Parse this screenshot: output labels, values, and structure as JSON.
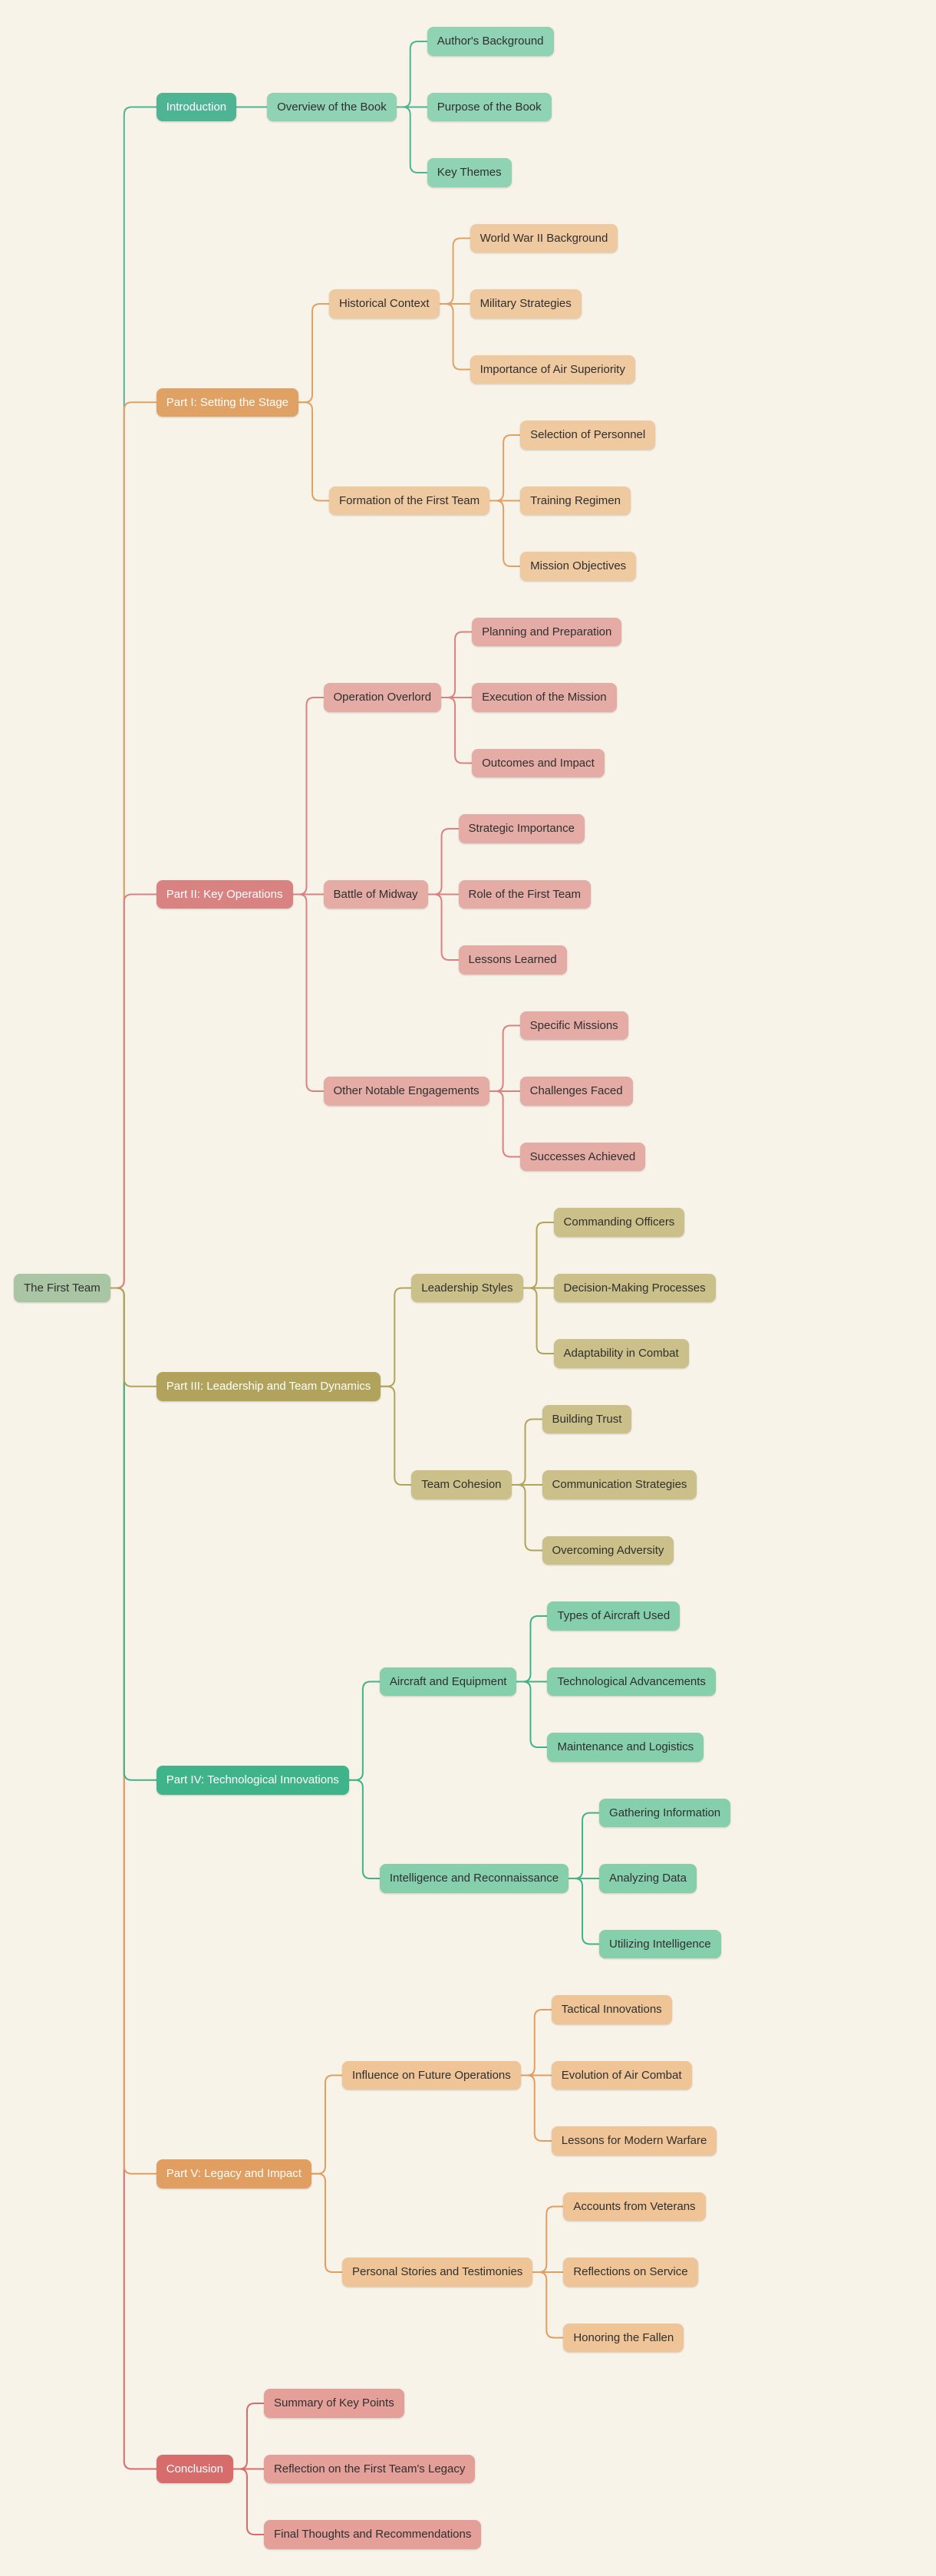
{
  "canvas": {
    "background": "#F8F3E8"
  },
  "palette": {
    "root": {
      "bg": "#A9C5A3",
      "text": "#2F2F2F"
    },
    "level1_text": "#FFFFFF",
    "child_text": "#2F2F2F",
    "branches": [
      {
        "name": "introduction",
        "main": "#4FB493",
        "light": "#8FD2B4"
      },
      {
        "name": "part-1-setting-the-stage",
        "main": "#E0A165",
        "light": "#EFC9A0"
      },
      {
        "name": "part-2-key-operations",
        "main": "#D98282",
        "light": "#E5ABA5"
      },
      {
        "name": "part-3-leadership-and-team-dynamics",
        "main": "#B2A35C",
        "light": "#CBC089"
      },
      {
        "name": "part-4-technological-innovations",
        "main": "#3FB389",
        "light": "#85CFAC"
      },
      {
        "name": "part-5-legacy-and-impact",
        "main": "#E09E60",
        "light": "#EFC597"
      },
      {
        "name": "conclusion",
        "main": "#D76C6C",
        "light": "#E59F99"
      }
    ]
  },
  "tree": {
    "label": "The First Team",
    "children": [
      {
        "label": "Introduction",
        "children": [
          {
            "label": "Overview of the Book",
            "children": [
              {
                "label": "Author's Background"
              },
              {
                "label": "Purpose of the Book"
              },
              {
                "label": "Key Themes"
              }
            ]
          }
        ]
      },
      {
        "label": "Part I: Setting the Stage",
        "children": [
          {
            "label": "Historical Context",
            "children": [
              {
                "label": "World War II Background"
              },
              {
                "label": "Military Strategies"
              },
              {
                "label": "Importance of Air Superiority"
              }
            ]
          },
          {
            "label": "Formation of the First Team",
            "children": [
              {
                "label": "Selection of Personnel"
              },
              {
                "label": "Training Regimen"
              },
              {
                "label": "Mission Objectives"
              }
            ]
          }
        ]
      },
      {
        "label": "Part II: Key Operations",
        "children": [
          {
            "label": "Operation Overlord",
            "children": [
              {
                "label": "Planning and Preparation"
              },
              {
                "label": "Execution of the Mission"
              },
              {
                "label": "Outcomes and Impact"
              }
            ]
          },
          {
            "label": "Battle of Midway",
            "children": [
              {
                "label": "Strategic Importance"
              },
              {
                "label": "Role of the First Team"
              },
              {
                "label": "Lessons Learned"
              }
            ]
          },
          {
            "label": "Other Notable Engagements",
            "children": [
              {
                "label": "Specific Missions"
              },
              {
                "label": "Challenges Faced"
              },
              {
                "label": "Successes Achieved"
              }
            ]
          }
        ]
      },
      {
        "label": "Part III: Leadership and Team Dynamics",
        "wrap": true,
        "children": [
          {
            "label": "Leadership Styles",
            "children": [
              {
                "label": "Commanding Officers"
              },
              {
                "label": "Decision-Making Processes"
              },
              {
                "label": "Adaptability in Combat"
              }
            ]
          },
          {
            "label": "Team Cohesion",
            "children": [
              {
                "label": "Building Trust"
              },
              {
                "label": "Communication Strategies"
              },
              {
                "label": "Overcoming Adversity"
              }
            ]
          }
        ]
      },
      {
        "label": "Part IV: Technological Innovations",
        "children": [
          {
            "label": "Aircraft and Equipment",
            "children": [
              {
                "label": "Types of Aircraft Used"
              },
              {
                "label": "Technological Advancements"
              },
              {
                "label": "Maintenance and Logistics"
              }
            ]
          },
          {
            "label": "Intelligence and Reconnaissance",
            "children": [
              {
                "label": "Gathering Information"
              },
              {
                "label": "Analyzing Data"
              },
              {
                "label": "Utilizing Intelligence"
              }
            ]
          }
        ]
      },
      {
        "label": "Part V: Legacy and Impact",
        "children": [
          {
            "label": "Influence on Future Operations",
            "children": [
              {
                "label": "Tactical Innovations"
              },
              {
                "label": "Evolution of Air Combat"
              },
              {
                "label": "Lessons for Modern Warfare"
              }
            ]
          },
          {
            "label": "Personal Stories and Testimonies",
            "children": [
              {
                "label": "Accounts from Veterans"
              },
              {
                "label": "Reflections on Service"
              },
              {
                "label": "Honoring the Fallen"
              }
            ]
          }
        ]
      },
      {
        "label": "Conclusion",
        "children": [
          {
            "label": "Summary of Key Points"
          },
          {
            "label": "Reflection on the First Team's Legacy",
            "wrap": true
          },
          {
            "label": "Final Thoughts and Recommendations",
            "wrap": true
          }
        ]
      }
    ]
  }
}
